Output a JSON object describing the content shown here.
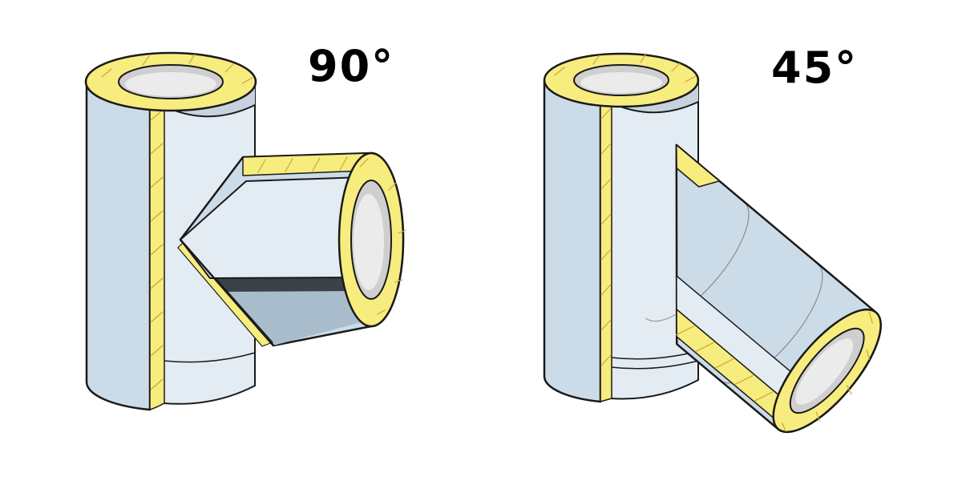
{
  "figures": [
    {
      "id": "tee-90",
      "angle_label": "90°"
    },
    {
      "id": "tee-45",
      "angle_label": "45°"
    }
  ],
  "colors": {
    "background": "#ffffff",
    "outer-shell": "#ccdbe8",
    "outer-shade": "#a9bccb",
    "inner-face": "#e4ecf3",
    "inner-back": "#c6d3de",
    "insulation": "#f7ec7e",
    "insulation-line": "#c9a63a",
    "bore": "#cfcfcf",
    "bore-light": "#ebebeb",
    "shadow-dark": "#3a4148",
    "outline": "#1a1a1a"
  }
}
